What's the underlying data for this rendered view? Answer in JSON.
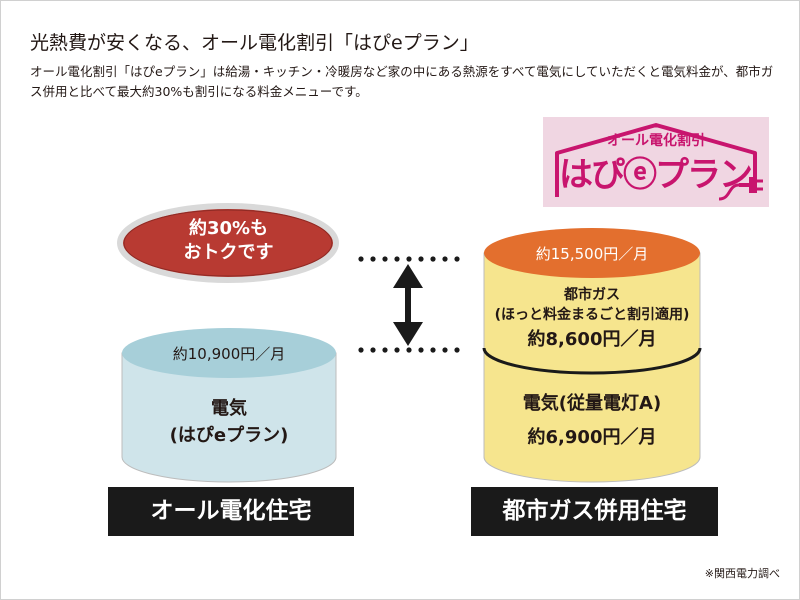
{
  "header": {
    "title": "光熱費が安くなる、オール電化割引「はぴeプラン」",
    "lead": "オール電化割引「はぴeプラン」は給湯・キッチン・冷暖房など家の中にある熱源をすべて電気にしていただくと電気料金が、都市ガス併用と比べて最大約30%も割引になる料金メニューです。"
  },
  "logo": {
    "top_text": "オール電化割引",
    "main_text": "はぴⓔプラン",
    "colors": {
      "background": "#f0d6e2",
      "brand": "#c8156e"
    }
  },
  "savings_badge": {
    "line1": "約30%も",
    "line2": "おトクです",
    "color": "#b83a32"
  },
  "all_electric": {
    "price": "約10,900円／月",
    "body_line1": "電気",
    "body_line2": "(はぴeプラン)",
    "label": "オール電化住宅",
    "colors": {
      "top": "#a7cfd9",
      "body": "#cfe4ea"
    }
  },
  "gas_combined": {
    "price": "約15,500円／月",
    "gas_line1": "都市ガス",
    "gas_line2": "(ほっと料金まるごと割引適用)",
    "gas_price": "約8,600円／月",
    "elec_line1": "電気(従量電灯A)",
    "elec_price": "約6,900円／月",
    "label": "都市ガス併用住宅",
    "colors": {
      "top": "#e36f2e",
      "body": "#f6e58e"
    }
  },
  "footnote": "※関西電力調べ"
}
